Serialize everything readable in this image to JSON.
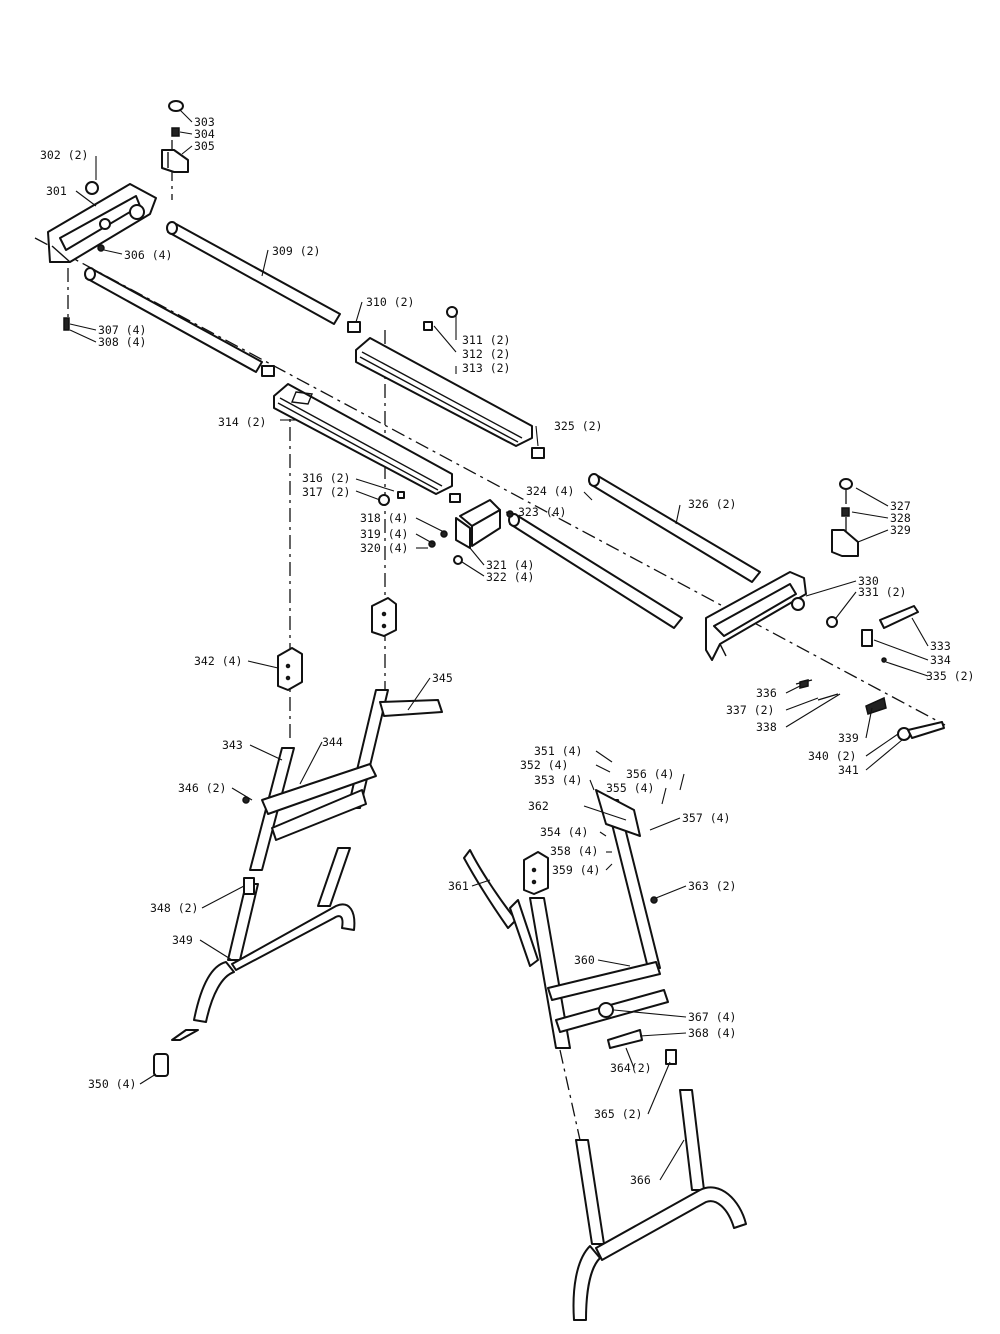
{
  "diagram": {
    "callouts": [
      {
        "id": "303",
        "text": "303"
      },
      {
        "id": "304",
        "text": "304"
      },
      {
        "id": "305",
        "text": "305"
      },
      {
        "id": "302",
        "text": "302 (2)"
      },
      {
        "id": "301",
        "text": "301"
      },
      {
        "id": "306",
        "text": "306 (4)"
      },
      {
        "id": "309",
        "text": "309 (2)"
      },
      {
        "id": "310",
        "text": "310 (2)"
      },
      {
        "id": "307",
        "text": "307 (4)"
      },
      {
        "id": "308",
        "text": "308 (4)"
      },
      {
        "id": "311",
        "text": "311 (2)"
      },
      {
        "id": "312",
        "text": "312 (2)"
      },
      {
        "id": "313",
        "text": "313 (2)"
      },
      {
        "id": "314",
        "text": "314 (2)"
      },
      {
        "id": "325",
        "text": "325 (2)"
      },
      {
        "id": "316",
        "text": "316 (2)"
      },
      {
        "id": "317",
        "text": "317 (2)"
      },
      {
        "id": "324",
        "text": "324 (4)"
      },
      {
        "id": "326",
        "text": "326 (2)"
      },
      {
        "id": "318",
        "text": "318 (4)"
      },
      {
        "id": "323",
        "text": "323 (4)"
      },
      {
        "id": "319",
        "text": "319 (4)"
      },
      {
        "id": "320",
        "text": "320 (4)"
      },
      {
        "id": "321",
        "text": "321 (4)"
      },
      {
        "id": "322",
        "text": "322 (4)"
      },
      {
        "id": "327",
        "text": "327"
      },
      {
        "id": "328",
        "text": "328"
      },
      {
        "id": "329",
        "text": "329"
      },
      {
        "id": "330",
        "text": "330"
      },
      {
        "id": "331",
        "text": "331 (2)"
      },
      {
        "id": "333",
        "text": "333"
      },
      {
        "id": "334",
        "text": "334"
      },
      {
        "id": "335",
        "text": "335 (2)"
      },
      {
        "id": "336",
        "text": "336"
      },
      {
        "id": "337",
        "text": "337 (2)"
      },
      {
        "id": "338",
        "text": "338"
      },
      {
        "id": "339",
        "text": "339"
      },
      {
        "id": "340",
        "text": "340 (2)"
      },
      {
        "id": "341",
        "text": "341"
      },
      {
        "id": "342",
        "text": "342 (4)"
      },
      {
        "id": "345",
        "text": "345"
      },
      {
        "id": "343",
        "text": "343"
      },
      {
        "id": "344",
        "text": "344"
      },
      {
        "id": "346",
        "text": "346 (2)"
      },
      {
        "id": "348",
        "text": "348 (2)"
      },
      {
        "id": "349",
        "text": "349"
      },
      {
        "id": "350",
        "text": "350 (4)"
      },
      {
        "id": "351",
        "text": "351 (4)"
      },
      {
        "id": "352",
        "text": "352 (4)"
      },
      {
        "id": "353",
        "text": "353 (4)"
      },
      {
        "id": "356",
        "text": "356 (4)"
      },
      {
        "id": "355",
        "text": "355 (4)"
      },
      {
        "id": "362",
        "text": "362"
      },
      {
        "id": "357",
        "text": "357 (4)"
      },
      {
        "id": "354",
        "text": "354 (4)"
      },
      {
        "id": "358",
        "text": "358 (4)"
      },
      {
        "id": "359",
        "text": "359 (4)"
      },
      {
        "id": "361",
        "text": "361"
      },
      {
        "id": "363",
        "text": "363 (2)"
      },
      {
        "id": "360",
        "text": "360"
      },
      {
        "id": "367",
        "text": "367 (4)"
      },
      {
        "id": "368",
        "text": "368 (4)"
      },
      {
        "id": "364",
        "text": "364(2)"
      },
      {
        "id": "365",
        "text": "365 (2)"
      },
      {
        "id": "366",
        "text": "366"
      }
    ]
  }
}
